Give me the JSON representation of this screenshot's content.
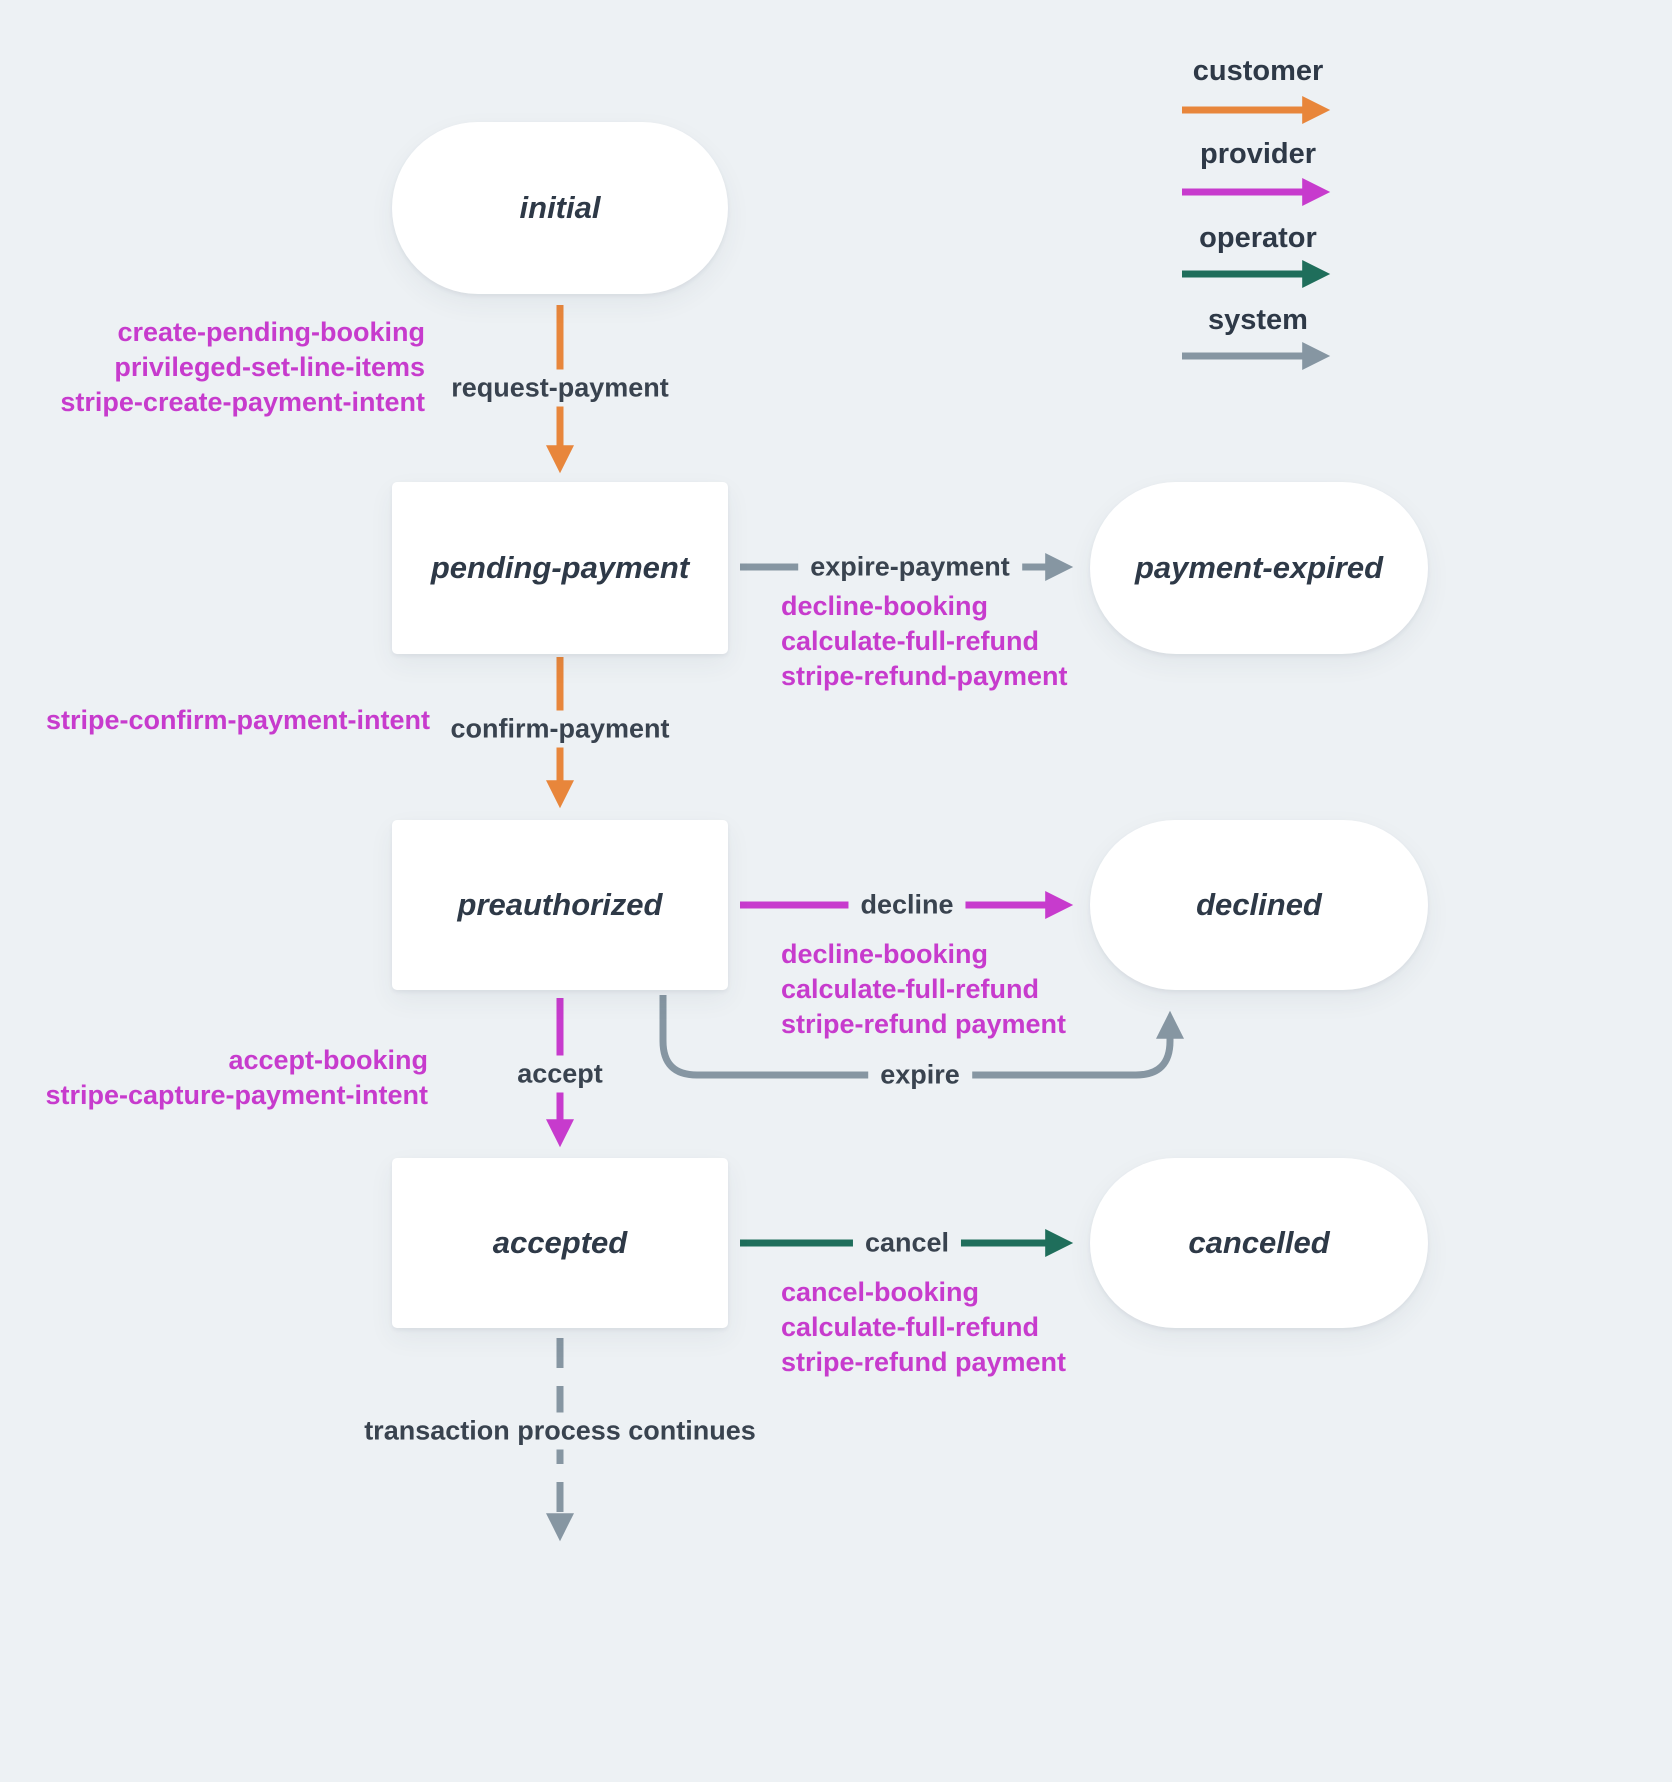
{
  "legend": {
    "items": [
      {
        "label": "customer",
        "color": "#e8863b"
      },
      {
        "label": "provider",
        "color": "#c73bcd"
      },
      {
        "label": "operator",
        "color": "#1f6e5b"
      },
      {
        "label": "system",
        "color": "#8696a2"
      }
    ]
  },
  "states": {
    "initial": "initial",
    "pending_payment": "pending-payment",
    "payment_expired": "payment-expired",
    "preauthorized": "preauthorized",
    "declined": "declined",
    "accepted": "accepted",
    "cancelled": "cancelled"
  },
  "transitions": {
    "request_payment": {
      "label": "request-payment",
      "actor": "customer",
      "actions": [
        "create-pending-booking",
        "privileged-set-line-items",
        "stripe-create-payment-intent"
      ]
    },
    "expire_payment": {
      "label": "expire-payment",
      "actor": "system",
      "actions": [
        "decline-booking",
        "calculate-full-refund",
        "stripe-refund-payment"
      ]
    },
    "confirm_payment": {
      "label": "confirm-payment",
      "actor": "customer",
      "actions": [
        "stripe-confirm-payment-intent"
      ]
    },
    "decline": {
      "label": "decline",
      "actor": "provider",
      "actions": [
        "decline-booking",
        "calculate-full-refund",
        "stripe-refund payment"
      ]
    },
    "accept": {
      "label": "accept",
      "actor": "provider",
      "actions": [
        "accept-booking",
        "stripe-capture-payment-intent"
      ]
    },
    "expire": {
      "label": "expire",
      "actor": "system",
      "actions": []
    },
    "cancel": {
      "label": "cancel",
      "actor": "operator",
      "actions": [
        "cancel-booking",
        "calculate-full-refund",
        "stripe-refund payment"
      ]
    },
    "continues": {
      "label": "transaction process continues",
      "actor": "system",
      "actions": []
    }
  }
}
